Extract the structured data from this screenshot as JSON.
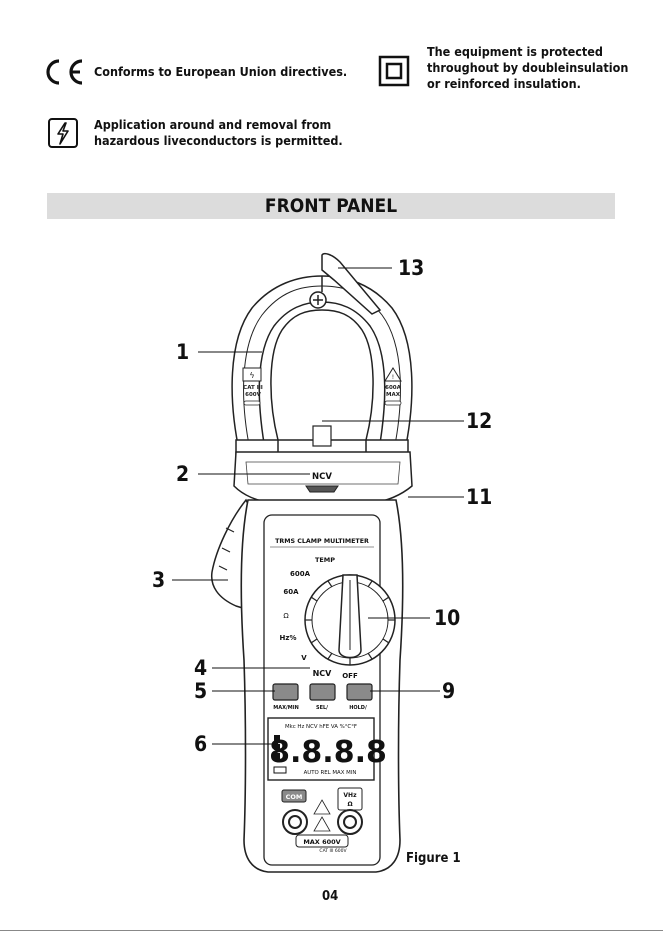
{
  "symbols": {
    "ce": {
      "text": "Conforms to European Union directives."
    },
    "double_insulation": {
      "text_lines": [
        "The equipment is protected",
        "throughout by doubleinsulation",
        "or reinforced insulation."
      ]
    },
    "live_conductor": {
      "text_lines": [
        "Application around and removal from",
        "hazardous liveconductors is permitted."
      ]
    }
  },
  "section_title": "FRONT PANEL",
  "device": {
    "jaw_left_label": [
      "CAT III",
      "600V"
    ],
    "jaw_right_label": [
      "600A",
      "MAX"
    ],
    "ncv_label": "NCV",
    "title": "TRMS CLAMP MULTIMETER",
    "dial_labels": {
      "temp": "TEMP",
      "a600": "600A",
      "a60": "60A",
      "hz": "Hz%",
      "v": "V",
      "ncv": "NCV",
      "off": "OFF"
    },
    "buttons": {
      "maxmin": "MAX/MIN",
      "sel": "SEL/",
      "hold": "HOLD/"
    },
    "lcd": {
      "top_row": "Mkc Hz NCV  hFE VA  %°C°F",
      "digits": "8.8.8.8",
      "bottom_row": "AUTO   REL  MAX  MIN"
    },
    "jacks": {
      "com": "COM",
      "vhz": "VHz",
      "max": "MAX 600V",
      "cat": "CAT III 600V"
    }
  },
  "callouts": [
    "1",
    "2",
    "3",
    "4",
    "5",
    "6",
    "9",
    "10",
    "11",
    "12",
    "13"
  ],
  "figure_caption": "Figure 1",
  "page_number": "04"
}
